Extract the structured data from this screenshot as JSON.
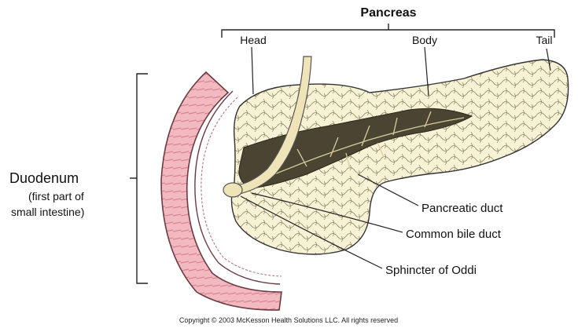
{
  "diagram": {
    "title": "Pancreas",
    "regions": {
      "head": "Head",
      "body": "Body",
      "tail": "Tail"
    },
    "duodenum": {
      "name": "Duodenum",
      "note_line1": "(first part of",
      "note_line2": "small intestine)"
    },
    "callouts": {
      "pancreatic_duct": "Pancreatic duct",
      "common_bile_duct": "Common bile duct",
      "sphincter": "Sphincter of Oddi"
    },
    "copyright": "Copyright © 2003 McKesson Health Solutions LLC. All rights reserved"
  },
  "colors": {
    "duodenum_wall": "#e9a0a8",
    "duodenum_inner": "#f6c9cf",
    "pancreas_fill": "#f7f1d6",
    "duct_fill": "#4a4532",
    "bile_duct": "#efe3b8",
    "outline": "#333333"
  }
}
